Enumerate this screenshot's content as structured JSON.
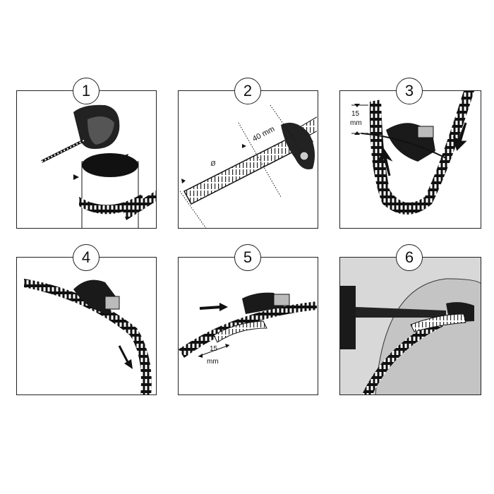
{
  "steps": [
    {
      "number": "1"
    },
    {
      "number": "2",
      "diameter_label": "ø",
      "length_label": "40 mm"
    },
    {
      "number": "3",
      "overlap_value": "15",
      "overlap_unit": "mm"
    },
    {
      "number": "4"
    },
    {
      "number": "5",
      "overlap_value": "15",
      "overlap_unit": "mm"
    },
    {
      "number": "6"
    }
  ],
  "colors": {
    "ink": "#111111",
    "paper": "#ffffff",
    "shade": "#d8d8d8"
  }
}
